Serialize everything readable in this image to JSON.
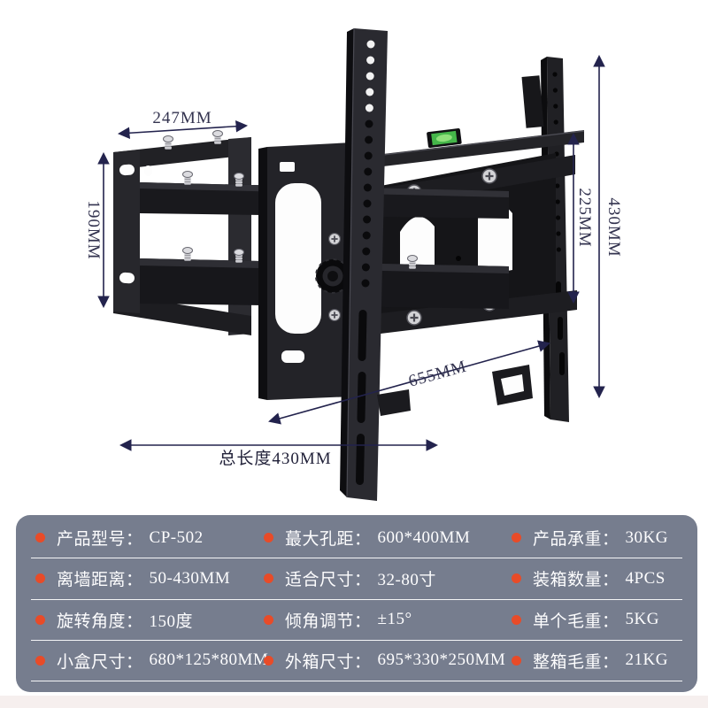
{
  "annotations": {
    "top_width": "247MM",
    "wall_plate_height": "190MM",
    "inner_height": "225MM",
    "rail_height": "430MM",
    "diagonal_length": "655MM",
    "total_length": "总长度430MM"
  },
  "colors": {
    "dimension_line": "#23234d",
    "table_background": "#767d8e",
    "bullet": "#e84b28",
    "table_text": "#ffffff",
    "level_green": "#45b64a",
    "bracket_black": "#232327"
  },
  "spec_table": {
    "rows": [
      {
        "cells": [
          {
            "label": "产品型号：",
            "value": "CP-502"
          },
          {
            "label": "蕞大孔距：",
            "value": "600*400MM"
          },
          {
            "label": "产品承重：",
            "value": "30KG"
          }
        ]
      },
      {
        "cells": [
          {
            "label": "离墙距离：",
            "value": "50-430MM"
          },
          {
            "label": "适合尺寸：",
            "value": "32-80寸"
          },
          {
            "label": "装箱数量：",
            "value": "4PCS"
          }
        ]
      },
      {
        "cells": [
          {
            "label": "旋转角度：",
            "value": "150度"
          },
          {
            "label": "倾角调节：",
            "value": "±15°"
          },
          {
            "label": "单个毛重：",
            "value": "5KG"
          }
        ]
      },
      {
        "cells": [
          {
            "label": "小盒尺寸：",
            "value": "680*125*80MM"
          },
          {
            "label": "外箱尺寸：",
            "value": "695*330*250MM"
          },
          {
            "label": "整箱毛重：",
            "value": "21KG"
          }
        ]
      }
    ]
  }
}
